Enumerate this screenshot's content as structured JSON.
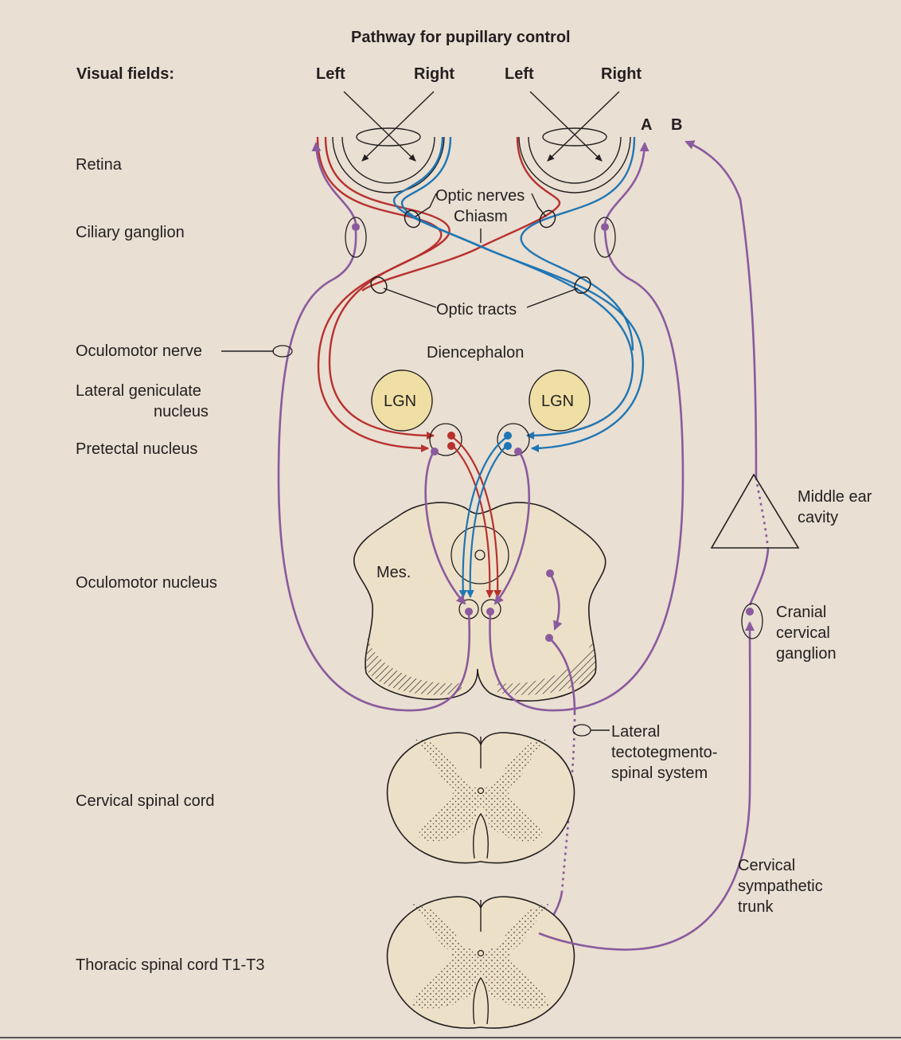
{
  "title": "Pathway for pupillary control",
  "visual_fields": {
    "heading": "Visual fields:",
    "left_eye_left": "Left",
    "left_eye_right": "Right",
    "right_eye_left": "Left",
    "right_eye_right": "Right",
    "marker_a": "A",
    "marker_b": "B"
  },
  "left_labels": {
    "retina": "Retina",
    "ciliary_ganglion": "Ciliary ganglion",
    "oculomotor_nerve": "Oculomotor nerve",
    "lgn_line1": "Lateral geniculate",
    "lgn_line2": "nucleus",
    "pretectal": "Pretectal nucleus",
    "oculomotor_nucleus": "Oculomotor nucleus",
    "cervical_cord": "Cervical spinal cord",
    "thoracic_cord": "Thoracic spinal cord T1-T3"
  },
  "center_labels": {
    "optic_nerves": "Optic nerves",
    "chiasm": "Chiasm",
    "optic_tracts": "Optic tracts",
    "diencephalon": "Diencephalon",
    "lgn_left": "LGN",
    "lgn_right": "LGN",
    "mes": "Mes."
  },
  "right_labels": {
    "middle_ear_1": "Middle ear",
    "middle_ear_2": "cavity",
    "cranial_1": "Cranial",
    "cranial_2": "cervical",
    "cranial_3": "ganglion",
    "lateral_1": "Lateral",
    "lateral_2": "tectotegmento-",
    "lateral_3": "spinal system",
    "cervical_trunk_1": "Cervical",
    "cervical_trunk_2": "sympathetic",
    "cervical_trunk_3": "trunk"
  },
  "colors": {
    "background": "#e9dfd2",
    "red_pathway": "#b8312f",
    "blue_pathway": "#1f76b4",
    "purple_pathway": "#8a5a9e",
    "tissue": "#ede0c8",
    "lgn_fill": "#efdfa4"
  }
}
